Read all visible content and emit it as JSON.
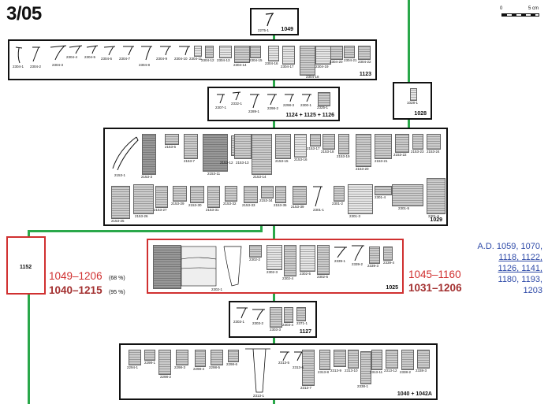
{
  "header": {
    "page_id": "3/05",
    "scale": {
      "zero": "0",
      "five": "5 cm"
    }
  },
  "colors": {
    "phase_line": "#2aa84a",
    "radiocarbon": "#d03030",
    "radiocarbon_bold": "#a33030",
    "dendro": "#2e4aa8",
    "box": "#111111"
  },
  "boxes": {
    "b1049": {
      "label": "1049",
      "sherds": [
        "2275-1"
      ]
    },
    "b1123": {
      "label": "1123",
      "sherds": [
        "2304-1",
        "2304-2",
        "2304-3",
        "2304-4",
        "2304-5",
        "2304-6",
        "2304-7",
        "2304-8",
        "2304-9",
        "2304-10",
        "2304-11",
        "2304-12",
        "2304-13",
        "2304-14",
        "2304-15",
        "2304-16",
        "2304-17",
        "2304-18",
        "2304-19",
        "2304-20",
        "2304-21",
        "2304-22"
      ]
    },
    "b1124": {
      "label": "1124 + 1125 + 1126",
      "sherds": [
        "2307-1",
        "2332-1",
        "2289-1",
        "2298-2",
        "2298-3",
        "2300-1",
        "2325-1"
      ]
    },
    "b1028": {
      "label": "1028",
      "sherds": [
        "1028-1"
      ]
    },
    "b1029": {
      "label": "1029",
      "sherds": [
        "2153-1",
        "2153-3",
        "2153-6",
        "2153-7",
        "2153-11",
        "2153-12",
        "2153-13",
        "2153-14",
        "2153-15",
        "2153-16",
        "2153-17",
        "2153-18",
        "2153-19",
        "2153-20",
        "2153-21",
        "2153-22",
        "2153-23",
        "2153-24",
        "2153-25",
        "2153-26",
        "2153-27",
        "2153-29",
        "2153-30",
        "2153-31",
        "2153-32",
        "2153-33",
        "2153-34",
        "2153-35",
        "2153-39",
        "2301-1",
        "2301-2",
        "2301-3",
        "2301-4",
        "2301-5",
        "2301-6"
      ]
    },
    "b1152": {
      "label": "1152"
    },
    "b1025": {
      "label": "1025",
      "sherds": [
        "2302-1",
        "2302-2",
        "2302-3",
        "2302-4",
        "2302-5",
        "2302-6",
        "2339-1",
        "2339-2",
        "2339-3",
        "2339-4"
      ]
    },
    "b1127": {
      "label": "1127",
      "sherds": [
        "2303-1",
        "2303-2",
        "2303-3",
        "2303-4",
        "2371-1"
      ]
    },
    "b1040": {
      "label": "1040 + 1042A",
      "sherds": [
        "2294-1",
        "2298-1",
        "2298-2",
        "2298-3",
        "2298-4",
        "2298-5",
        "2298-6",
        "2313-1",
        "2313-5",
        "2313-6",
        "2313-7",
        "2313-8",
        "2313-9",
        "2313-10",
        "2313-11",
        "2313-12",
        "2338-1",
        "2338-2",
        "2338-3"
      ]
    }
  },
  "dates": {
    "left": {
      "range_68": "1049–1206",
      "pct_68": "(68 %)",
      "range_95": "1040–1215",
      "pct_95": "(95 %)"
    },
    "right": {
      "range_68": "1045–1160",
      "range_95": "1031–1206"
    },
    "dendro": {
      "line1": "A.D. 1059, 1070,",
      "line2": "1118, 1122,",
      "line3": "1126, 1141,",
      "line4": "1180, 1193,",
      "line5": "1203"
    }
  }
}
